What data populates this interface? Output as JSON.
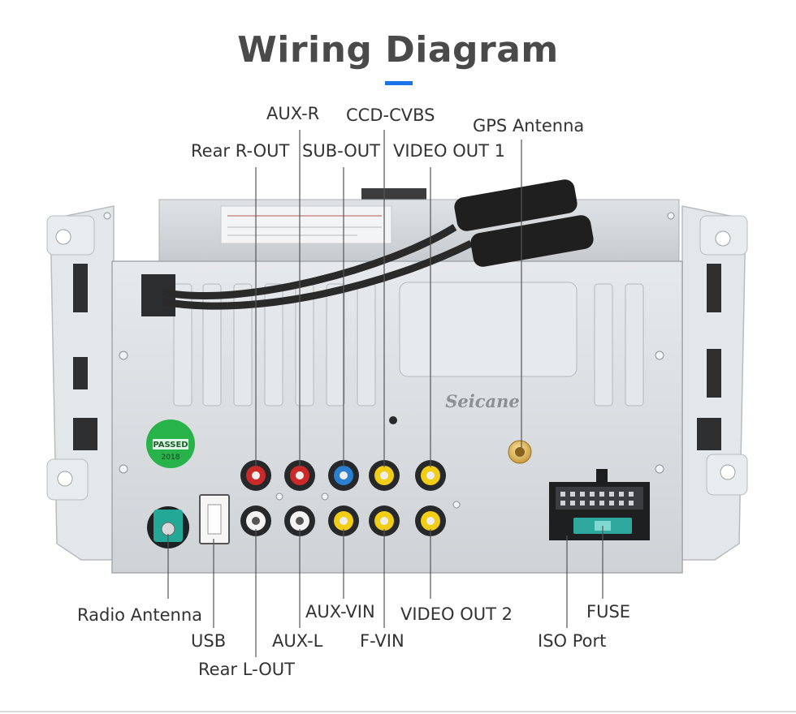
{
  "title": "Wiring Diagram",
  "brand": "Seicane",
  "colors": {
    "accent": "#1a73e8",
    "title": "#4a4a4a",
    "label": "#333333",
    "chassis": "#d9dde0",
    "sticker": "#27b24a"
  },
  "sticker": {
    "text": "PASSED",
    "year": "2018"
  },
  "labels": {
    "aux_r": "AUX-R",
    "ccd_cvbs": "CCD-CVBS",
    "gps_antenna": "GPS Antenna",
    "rear_r_out": "Rear R-OUT",
    "sub_out": "SUB-OUT",
    "video_out_1": "VIDEO OUT 1",
    "radio_antenna": "Radio Antenna",
    "usb": "USB",
    "aux_l": "AUX-L",
    "rear_l_out": "Rear L-OUT",
    "aux_vin": "AUX-VIN",
    "f_vin": "F-VIN",
    "video_out_2": "VIDEO OUT 2",
    "fuse": "FUSE",
    "iso_port": "ISO Port"
  }
}
